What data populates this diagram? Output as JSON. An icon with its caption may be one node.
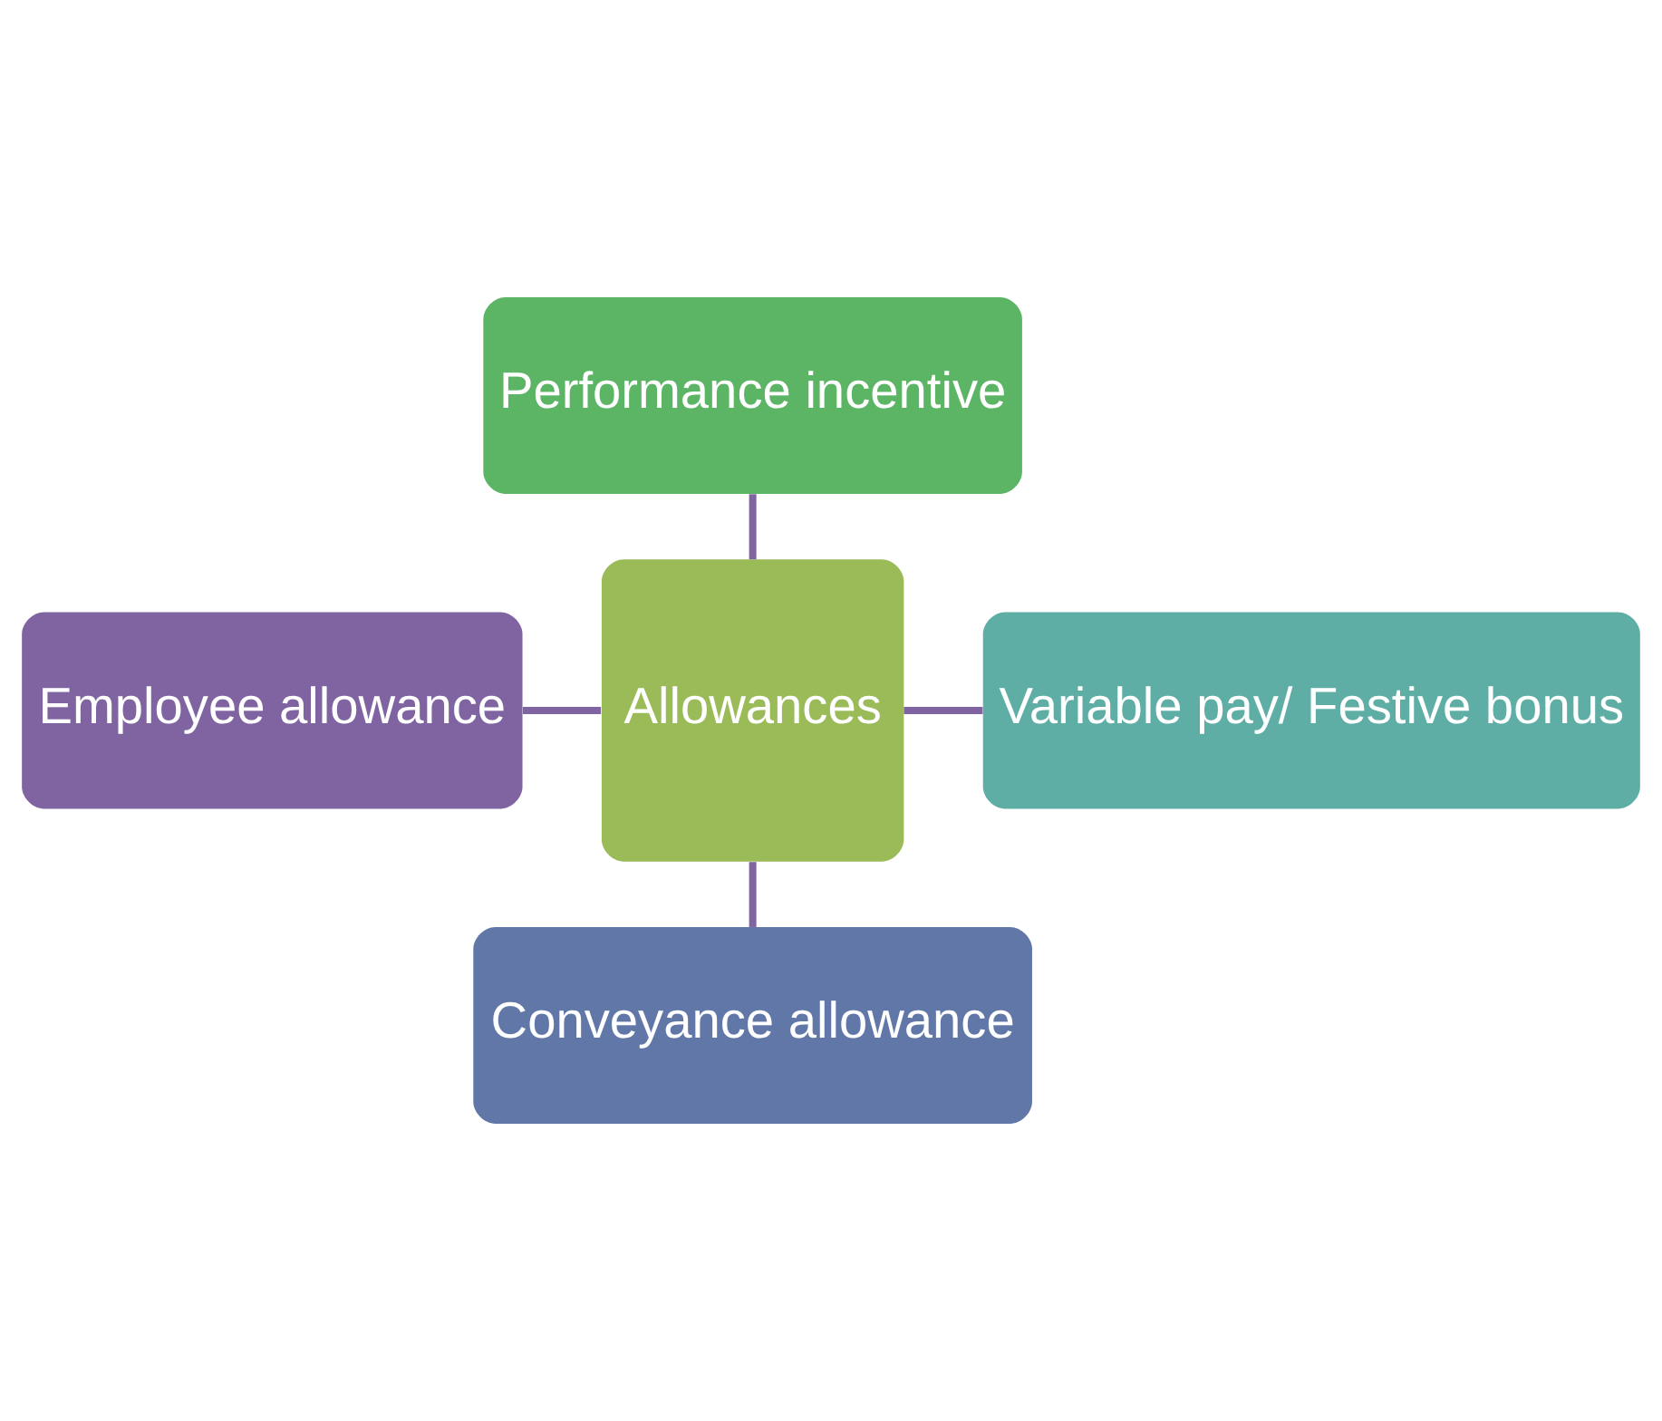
{
  "diagram": {
    "nodes": [
      {
        "text": [
          "Performance incentive"
        ]
      },
      {
        "text": [
          "Employee allowance"
        ]
      },
      {
        "text": [
          "Allowances"
        ]
      },
      {
        "text": [
          "Variable pay/ Festive bonus"
        ]
      },
      {
        "text": [
          "Conveyance allowance"
        ]
      }
    ],
    "edges": [
      {
        "from": 0,
        "to": 2,
        "arrow": "none"
      },
      {
        "from": 1,
        "to": 2,
        "arrow": "none"
      },
      {
        "from": 2,
        "to": 3,
        "arrow": "none"
      },
      {
        "from": 2,
        "to": 4,
        "arrow": "none"
      }
    ]
  }
}
